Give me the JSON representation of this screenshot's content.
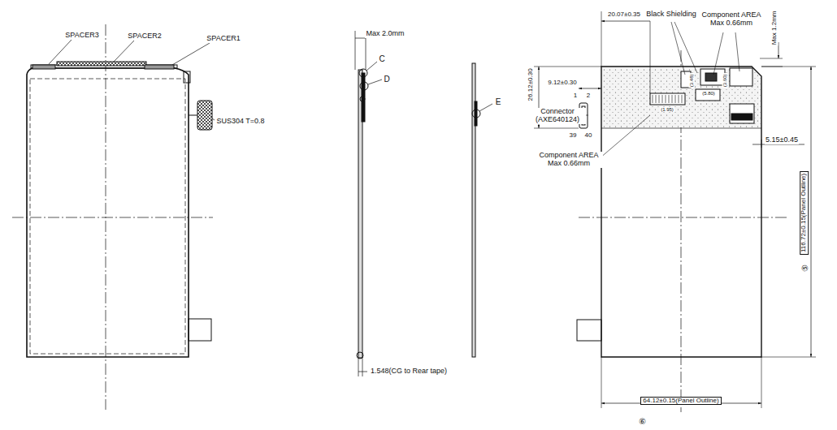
{
  "diagram": {
    "labels": [
      "SPACER3",
      "SPACER2",
      "SPACER1",
      "SUS304 T=0.8",
      "Max 2.0mm",
      "C",
      "D",
      "1.548(CG to Rear tape)",
      "E",
      "20.07±0.35",
      "Black Shielding",
      "Component AREA Max 0.66mm",
      "Max 1.2mm",
      "26.12±0.30",
      "9.12±0.30",
      "1",
      "2",
      "Connector (AXE640124)",
      "39",
      "40",
      "(3.48)",
      "(5.80)",
      "(3.60)",
      "(1.95)",
      "Component AREA Max 0.66mm",
      "5.15±0.45",
      "⑤",
      "116.72±0.15(Panel Outline)",
      "64.12±0.15(Panel Outline)",
      "⑥"
    ]
  }
}
